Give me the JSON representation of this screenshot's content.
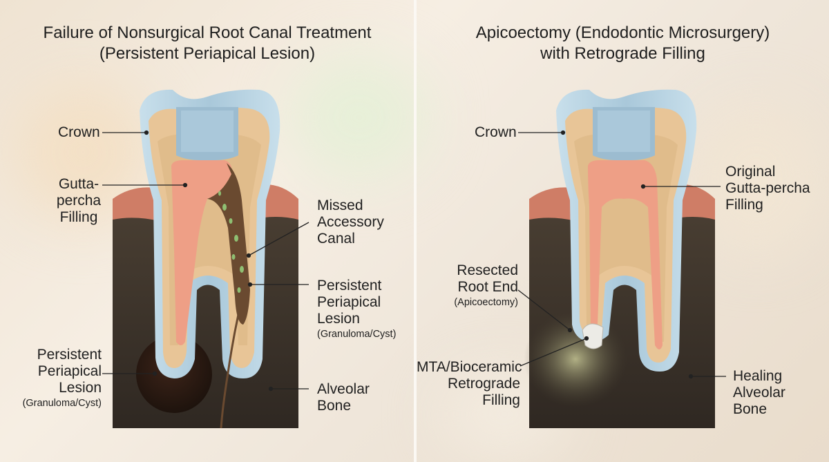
{
  "left": {
    "title_line1": "Failure of Nonsurgical Root Canal Treatment",
    "title_line2": "(Persistent Periapical Lesion)",
    "labels": {
      "crown": "Crown",
      "gp_1": "Gutta-",
      "gp_2": "percha",
      "gp_3": "Filling",
      "missed_1": "Missed",
      "missed_2": "Accessory",
      "missed_3": "Canal",
      "lesion_r_1": "Persistent",
      "lesion_r_2": "Periapical",
      "lesion_r_3": "Lesion",
      "lesion_r_sub": "(Granuloma/Cyst)",
      "lesion_l_1": "Persistent",
      "lesion_l_2": "Periapical",
      "lesion_l_3": "Lesion",
      "lesion_l_sub": "(Granuloma/Cyst)",
      "bone_1": "Alveolar",
      "bone_2": "Bone"
    }
  },
  "right": {
    "title_line1": "Apicoectomy (Endodontic Microsurgery)",
    "title_line2": "with Retrograde Filling",
    "labels": {
      "crown": "Crown",
      "orig_1": "Original",
      "orig_2": "Gutta-percha",
      "orig_3": "Filling",
      "resected_1": "Resected",
      "resected_2": "Root End",
      "resected_sub": "(Apicoectomy)",
      "mta_1": "MTA/Bioceramic",
      "mta_2": "Retrograde",
      "mta_3": "Filling",
      "healing_1": "Healing",
      "healing_2": "Alveolar",
      "healing_3": "Bone"
    }
  },
  "colors": {
    "enamel": "#b9d3e2",
    "crown_core": "#9cbcd0",
    "dentin": "#e9c79d",
    "pulp_filling": "#eea188",
    "bone": "#3b3128",
    "gum": "#d07e68",
    "lesion": "#2a1a12"
  }
}
